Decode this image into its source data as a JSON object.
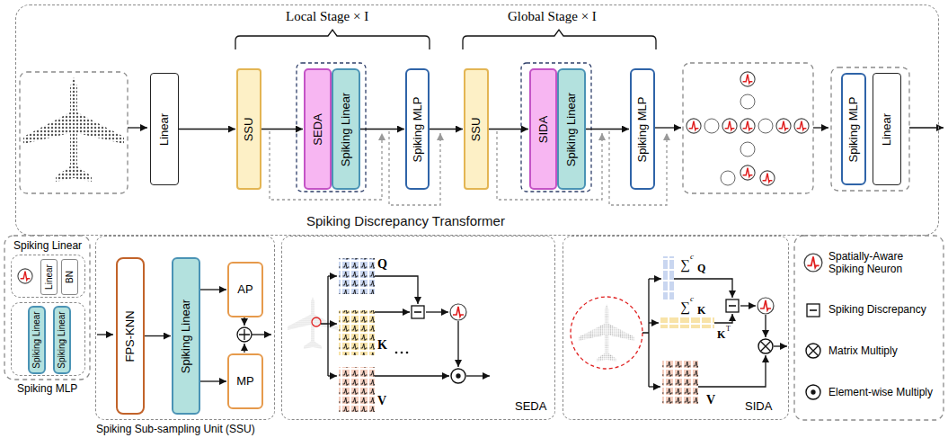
{
  "diagram": {
    "nodes": [
      {
        "text": [
          "Spiking Discrepancy Transformer"
        ]
      },
      {
        "text": [
          "Linear"
        ],
        "in": 0
      },
      {
        "text": [
          "SSU"
        ],
        "in": 0
      },
      {
        "text": [
          "SEDA"
        ],
        "in": 0
      },
      {
        "text": [
          "Spiking Linear"
        ],
        "in": 0
      },
      {
        "text": [
          "Spiking MLP"
        ],
        "in": 0
      },
      {
        "text": [
          "SSU"
        ],
        "in": 0
      },
      {
        "text": [
          "SIDA"
        ],
        "in": 0
      },
      {
        "text": [
          "Spiking Linear"
        ],
        "in": 0
      },
      {
        "text": [
          "Spiking MLP"
        ],
        "in": 0
      },
      {
        "text": [
          "Spiking MLP"
        ],
        "in": 0
      },
      {
        "text": [
          "Linear"
        ],
        "in": 0
      },
      {
        "text": [
          "Spiking Linear"
        ]
      },
      {
        "text": [
          "Linear"
        ],
        "in": 12
      },
      {
        "text": [
          "BN"
        ],
        "in": 12
      },
      {
        "text": [
          "Spiking MLP"
        ]
      },
      {
        "text": [
          "Spiking Linear"
        ],
        "in": 15
      },
      {
        "text": [
          "Spiking Linear"
        ],
        "in": 15
      },
      {
        "text": [
          "Spiking Sub-sampling Unit (SSU)"
        ]
      },
      {
        "text": [
          "FPS-KNN"
        ],
        "in": 18
      },
      {
        "text": [
          "Spiking Linear"
        ],
        "in": 18
      },
      {
        "text": [
          "AP"
        ],
        "in": 18
      },
      {
        "text": [
          "MP"
        ],
        "in": 18
      },
      {
        "text": [
          "SEDA"
        ]
      },
      {
        "text": [
          "SIDA"
        ]
      }
    ],
    "edges": [
      {
        "from": 1,
        "to": 2,
        "arrow": "to"
      },
      {
        "from": 2,
        "to": 3,
        "arrow": "to"
      },
      {
        "from": 4,
        "to": 5,
        "arrow": "to"
      },
      {
        "from": 5,
        "to": 6,
        "arrow": "to"
      },
      {
        "from": 6,
        "to": 7,
        "arrow": "to"
      },
      {
        "from": 8,
        "to": 9,
        "arrow": "to"
      },
      {
        "from": 19,
        "to": 20,
        "arrow": "to"
      },
      {
        "from": 20,
        "to": 21,
        "arrow": "to"
      },
      {
        "from": 20,
        "to": 22,
        "arrow": "to"
      }
    ],
    "labels": [
      "Local Stage × I",
      "Global Stage × I",
      "Q",
      "K",
      "V",
      "∑",
      "c",
      "Q",
      "∑",
      "c",
      "K",
      "K",
      "T",
      "V"
    ],
    "legend": [
      {
        "text": "Spatially-Aware Spiking Neuron"
      },
      {
        "text": "Spiking Discrepancy"
      },
      {
        "text": "Matrix Multiply"
      },
      {
        "text": "Element-wise Multiply"
      }
    ]
  }
}
